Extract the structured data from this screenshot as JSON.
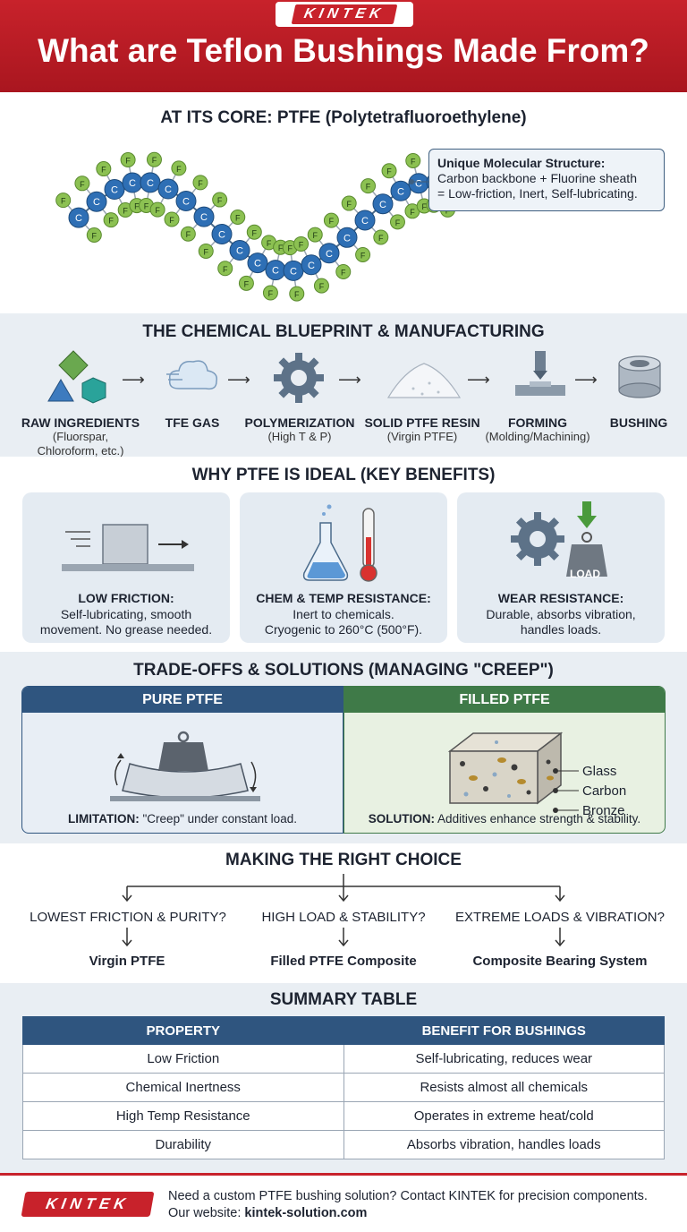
{
  "header": {
    "brand": "KINTEK",
    "title": "What are Teflon Bushings Made From?"
  },
  "core": {
    "title": "AT ITS CORE: PTFE (Polytetrafluoroethylene)",
    "atom_carbon": "C",
    "atom_fluorine": "F",
    "box_heading": "Unique Molecular Structure:",
    "box_line1": "Carbon backbone + Fluorine sheath",
    "box_line2": "= Low-friction, Inert, Self-lubricating."
  },
  "manufacturing": {
    "title": "THE CHEMICAL BLUEPRINT & MANUFACTURING",
    "steps": [
      {
        "label": "RAW INGREDIENTS",
        "sub1": "(Fluorspar,",
        "sub2": "Chloroform, etc.)"
      },
      {
        "label": "TFE GAS",
        "sub1": "",
        "sub2": ""
      },
      {
        "label": "POLYMERIZATION",
        "sub1": "(High T & P)",
        "sub2": ""
      },
      {
        "label": "SOLID PTFE RESIN",
        "sub1": "(Virgin PTFE)",
        "sub2": ""
      },
      {
        "label": "FORMING",
        "sub1": "(Molding/Machining)",
        "sub2": ""
      },
      {
        "label": "BUSHING",
        "sub1": "",
        "sub2": ""
      }
    ]
  },
  "benefits": {
    "title": "WHY PTFE IS IDEAL (KEY BENEFITS)",
    "cards": [
      {
        "title": "LOW FRICTION:",
        "line1": "Self-lubricating, smooth",
        "line2": "movement. No grease needed."
      },
      {
        "title": "CHEM & TEMP RESISTANCE:",
        "line1": "Inert to chemicals.",
        "line2": "Cryogenic to 260°C (500°F)."
      },
      {
        "title": "WEAR RESISTANCE:",
        "line1": "Durable, absorbs vibration,",
        "line2": "handles loads."
      }
    ],
    "load_label": "LOAD"
  },
  "tradeoffs": {
    "title": "TRADE-OFFS & SOLUTIONS (MANAGING \"CREEP\")",
    "left_header": "PURE PTFE",
    "right_header": "FILLED PTFE",
    "left_bold": "LIMITATION:",
    "left_text": " \"Creep\" under constant load.",
    "right_bold": "SOLUTION:",
    "right_text": " Additives enhance strength & stability.",
    "fillers": [
      "Glass",
      "Carbon",
      "Bronze"
    ]
  },
  "choice": {
    "title": "MAKING THE RIGHT CHOICE",
    "options": [
      {
        "question": "LOWEST FRICTION & PURITY?",
        "answer": "Virgin PTFE"
      },
      {
        "question": "HIGH LOAD & STABILITY?",
        "answer": "Filled PTFE Composite"
      },
      {
        "question": "EXTREME LOADS & VIBRATION?",
        "answer": "Composite Bearing System"
      }
    ]
  },
  "summary": {
    "title": "SUMMARY TABLE",
    "headers": [
      "PROPERTY",
      "BENEFIT FOR BUSHINGS"
    ],
    "rows": [
      [
        "Low Friction",
        "Self-lubricating, reduces wear"
      ],
      [
        "Chemical Inertness",
        "Resists almost all chemicals"
      ],
      [
        "High Temp Resistance",
        "Operates in extreme heat/cold"
      ],
      [
        "Durability",
        "Absorbs vibration, handles loads"
      ]
    ]
  },
  "footer": {
    "brand": "KINTEK",
    "line1": "Need a custom PTFE bushing solution? Contact KINTEK for precision components.",
    "line2_prefix": "Our website: ",
    "line2_link": "kintek-solution.com"
  },
  "colors": {
    "brand_red": "#c8222b",
    "navy": "#2f557f",
    "green": "#3f7a48",
    "carbon_blue": "#2e6fb5",
    "fluorine_green": "#8cc152"
  }
}
